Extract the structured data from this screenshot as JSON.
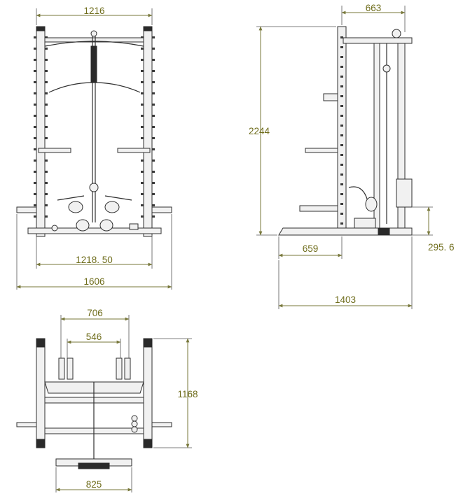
{
  "dimensions": {
    "front_top_width": "1216",
    "front_inner_base_width": "1218. 50",
    "front_overall_width": "1606",
    "side_top_depth": "663",
    "side_height": "2244",
    "side_front_depth": "659",
    "side_right_height": "295. 6",
    "side_overall_depth": "1403",
    "top_outer_span": "706",
    "top_inner_span": "546",
    "top_depth": "1168",
    "top_base_width": "825"
  },
  "colors": {
    "dimension_line": "#77773a",
    "dimension_text": "#6f6d1c",
    "frame_line": "#2f2f2f"
  }
}
